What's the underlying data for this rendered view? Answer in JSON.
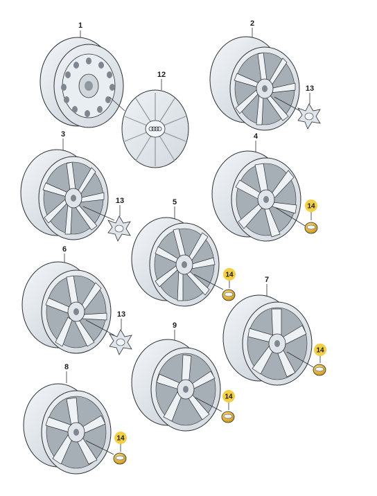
{
  "parts": {
    "p1": {
      "label": "1"
    },
    "p2": {
      "label": "2"
    },
    "p3": {
      "label": "3"
    },
    "p4": {
      "label": "4"
    },
    "p5": {
      "label": "5"
    },
    "p6": {
      "label": "6"
    },
    "p7": {
      "label": "7"
    },
    "p8": {
      "label": "8"
    },
    "p9": {
      "label": "9"
    },
    "p12": {
      "label": "12"
    },
    "p13": {
      "label": "13"
    },
    "p14": {
      "label": "14"
    }
  },
  "colors": {
    "rim_light": "#e4e9ee",
    "rim_shadow": "#b9c2cb",
    "outline": "#2b2f33",
    "cap_gold": "#e8b829",
    "badge_yellow": "#f2cf45"
  },
  "icons": {
    "wheel": "alloy-wheel-icon",
    "steel_wheel": "steel-wheel-icon",
    "hubcap": "wheel-trim-icon",
    "bolt_cap": "wheel-bolt-cap-icon",
    "center_cap": "center-cap-icon"
  }
}
